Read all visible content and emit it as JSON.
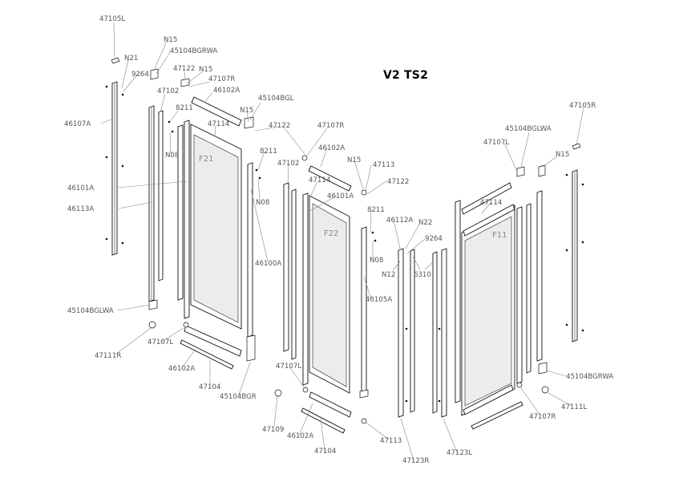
{
  "title": "V2 TS2",
  "glass_labels": {
    "f21": "F21",
    "f22": "F22",
    "f11": "F11"
  },
  "labels": {
    "l47105L": "47105L",
    "n15a": "N15",
    "l45104BGRWA": "45104BGRWA",
    "n21": "N21",
    "l9264a": "9264",
    "l47122a": "47122",
    "n15b": "N15",
    "l47107Ra": "47107R",
    "l47102a": "47102",
    "l46102Aa": "46102A",
    "l8211a": "8211",
    "l46107A": "46107A",
    "n08a": "N08",
    "l47114a": "47114",
    "l45104BGL": "45104BGL",
    "n15c": "N15",
    "l47122b": "47122",
    "l47107Rb": "47107R",
    "l8211b": "8211",
    "l46102Ab": "46102A",
    "n08b": "N08",
    "l47102b": "47102",
    "l47114b": "47114",
    "l46101Aa": "46101A",
    "l46113A": "46113A",
    "l46101Ab": "46101A",
    "l46100A": "46100A",
    "n15d": "N15",
    "l47113a": "47113",
    "l47122c": "47122",
    "l8211c": "8211",
    "l46112A": "46112A",
    "n22": "N22",
    "l9264b": "9264",
    "n08c": "N08",
    "n12": "N12",
    "l6310": "6310",
    "l46105A": "46105A",
    "l47105R": "47105R",
    "l45104BGLWAa": "45104BGLWA",
    "l47107La": "47107L",
    "n15e": "N15",
    "l47114c": "47114",
    "l45104BGLWAb": "45104BGLWA",
    "l47111R": "47111R",
    "l47107Lb": "47107L",
    "l46102Ac": "46102A",
    "l47104a": "47104",
    "l45104BGR": "45104BGR",
    "l47107Lc": "47107L",
    "l47109": "47109",
    "l46102Ad": "46102A",
    "l47104b": "47104",
    "l47113b": "47113",
    "l47123R": "47123R",
    "l47123L": "47123L",
    "l47107Rc": "47107R",
    "l45104BGRWAb": "45104BGRWA",
    "l47111L": "47111L"
  }
}
